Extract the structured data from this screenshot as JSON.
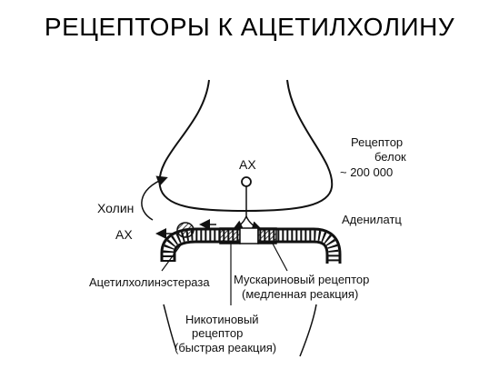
{
  "title": "РЕЦЕПТОРЫ К АЦЕТИЛХОЛИНУ",
  "labels": {
    "ax_top": "AX",
    "holin": "Холин",
    "ax_left": "AX",
    "receptor_line1": "Рецептор",
    "receptor_line2": "белок",
    "receptor_line3": "~ 200 000",
    "adenylate": "Аденилатц",
    "esterase": "Ацетилхолинэстераза",
    "muscarinic_line1": "Мускариновый рецептор",
    "muscarinic_line2": "(медленная реакция)",
    "nicotinic_line1": "Никотиновый",
    "nicotinic_line2": "рецептор",
    "nicotinic_line3": "(быстрая реакция)"
  }
}
